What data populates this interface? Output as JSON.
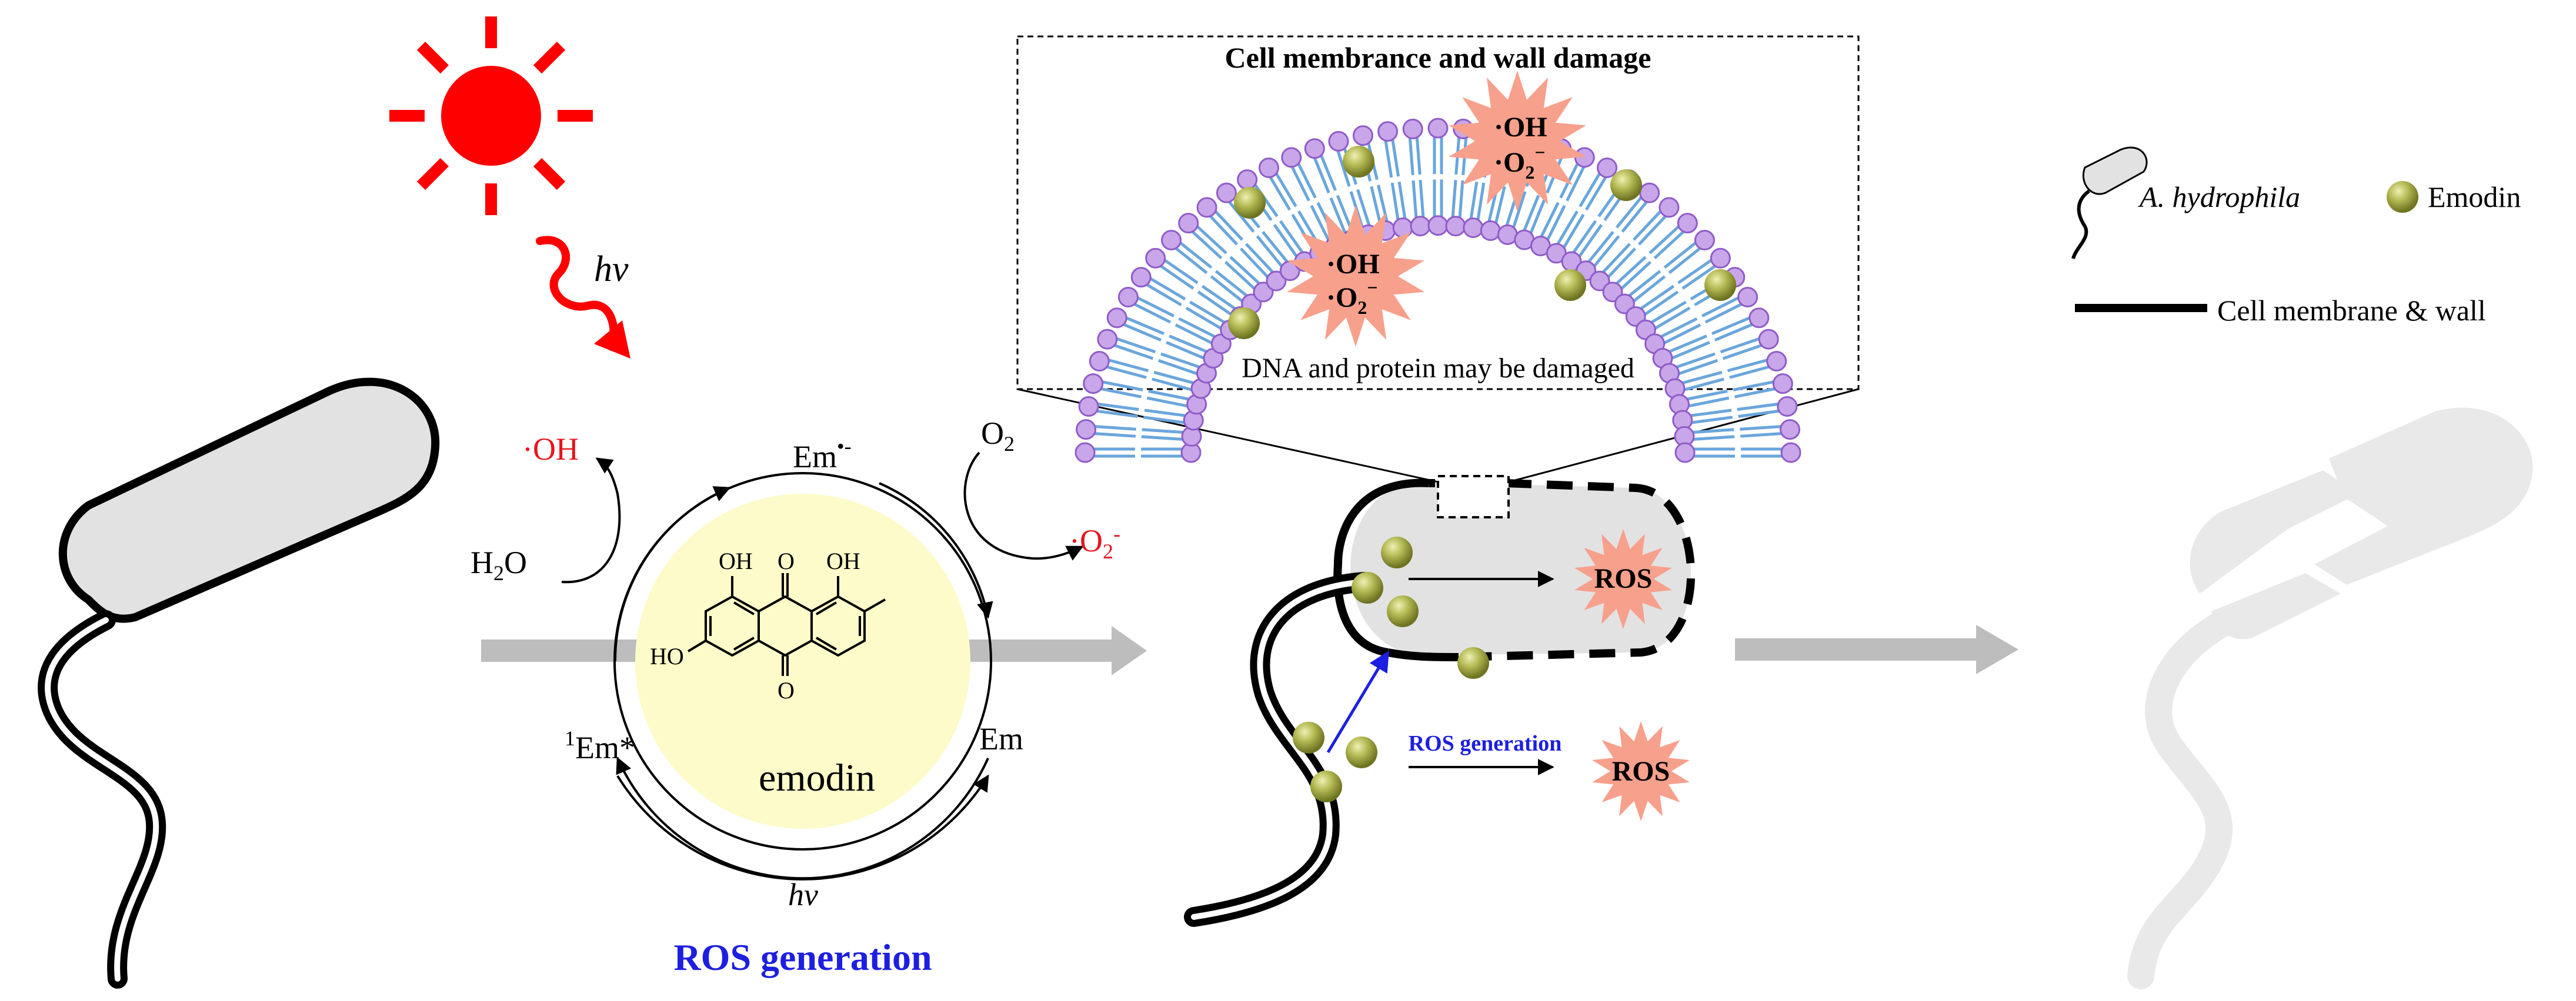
{
  "labels": {
    "hv_top": "hv",
    "hv_bottom": "hv",
    "oh_radical": "·OH",
    "o2_radical": "·O",
    "o2_radical_sub": "2",
    "o2_radical_sup": "-",
    "h2o": "H",
    "h2o_sub": "2",
    "h2o_tail": "O",
    "o2": "O",
    "o2_sub": "2",
    "em_radical": "Em",
    "em_radical_sup": "•-",
    "em": "Em",
    "em_excited_sup": "1",
    "em_excited": "Em*",
    "emodin": "emodin",
    "ros_generation_main": "ROS generation",
    "ros_generation_small": "ROS generation",
    "ros": "ROS",
    "inset_title": "Cell membrance and wall damage",
    "inset_footer": "DNA and protein may be damaged",
    "burst_oh": "·OH",
    "burst_o2": "·O",
    "burst_o2_sub": "2",
    "burst_o2_sup": "−",
    "chem_oh": "OH",
    "chem_o": "O",
    "chem_ho": "HO"
  },
  "legend": {
    "bacterium": "A. hydrophila",
    "emodin": "Emodin",
    "membrane": "Cell membrane & wall"
  },
  "colors": {
    "sun": "#ff0000",
    "radical_text": "#e8141e",
    "blue_text": "#1d1fe0",
    "emodin_fill": "#fdfbc9",
    "ros_burst": "#f7a08c",
    "bead_fill": "#b6bc56",
    "lipid_head": "#c9a6e9",
    "lipid_tail": "#6aa6dc",
    "arrow_gray": "#bdbdbd",
    "cell_fill": "#e2e2e2",
    "ghost": "#e9e9e9"
  }
}
